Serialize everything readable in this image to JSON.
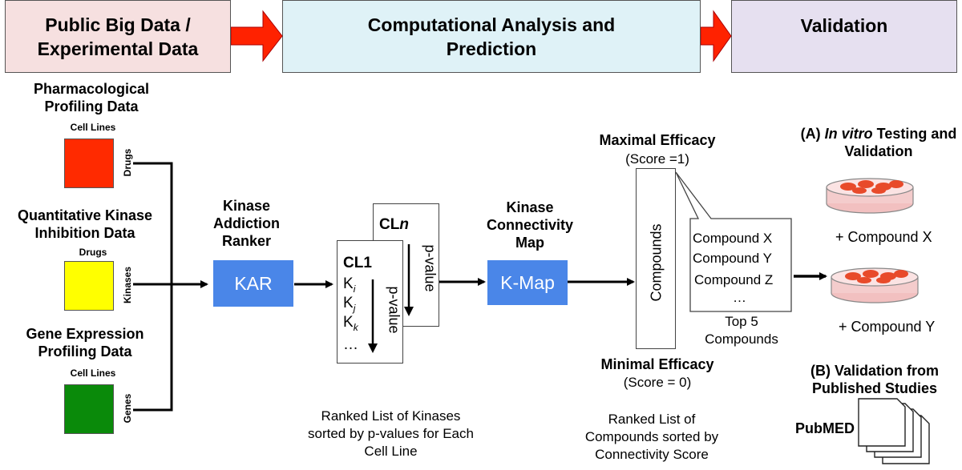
{
  "stages": {
    "data": "Public Big Data / Experimental Data",
    "analysis": "Computational Analysis and Prediction",
    "validation": "Validation"
  },
  "datasets": {
    "pharma": {
      "title": "Pharmacological Profiling Data",
      "top": "Cell Lines",
      "side": "Drugs",
      "color": "#ff2a00"
    },
    "kinase": {
      "title": "Quantitative Kinase Inhibition Data",
      "top": "Drugs",
      "side": "Kinases",
      "color": "#ffff00"
    },
    "gene": {
      "title": "Gene Expression Profiling Data",
      "top": "Cell Lines",
      "side": "Genes",
      "color": "#0a8a0a"
    }
  },
  "kar": {
    "title": "Kinase Addiction Ranker",
    "box": "KAR"
  },
  "ranked_kinases": {
    "front_title": "CL1",
    "back_title": "CLn",
    "k_items": [
      "Ki",
      "Kj",
      "Kk",
      "…"
    ],
    "pvalue": "p-value",
    "caption": "Ranked List of Kinases sorted by p-values for Each Cell Line"
  },
  "kmap": {
    "title": "Kinase Connectivity Map",
    "box": "K-Map"
  },
  "compounds": {
    "max_title": "Maximal Efficacy",
    "max_score": "(Score =1)",
    "min_title": "Minimal Efficacy",
    "min_score": "(Score = 0)",
    "bar_label": "Compounds",
    "top_list": [
      "Compound X",
      "Compound Y",
      "Compound Z",
      "…"
    ],
    "top_label": "Top 5 Compounds",
    "caption": "Ranked List of Compounds sorted by Connectivity Score"
  },
  "validation": {
    "a_prefix": "(A) ",
    "a_italic": "In vitro",
    "a_rest": " Testing and Validation",
    "compound_x": "+  Compound X",
    "compound_y": "+  Compound Y",
    "b_title": "(B) Validation from Published Studies",
    "pubmed": "PubMED"
  },
  "colors": {
    "stage_data": "#f6e0e0",
    "stage_analysis": "#dff2f7",
    "stage_validation": "#e6e0f0",
    "arrow_red": "#ff2200",
    "box_blue": "#4a86e8"
  }
}
